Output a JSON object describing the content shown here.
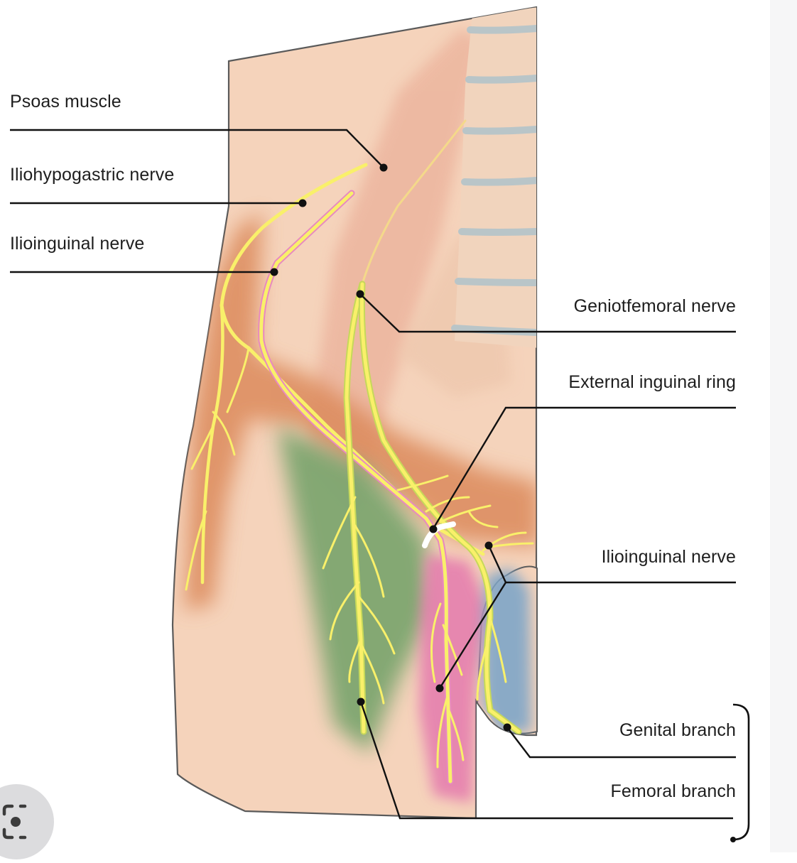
{
  "labels": {
    "psoas": "Psoas muscle",
    "iliohypogastric": "Iliohypogastric nerve",
    "ilioinguinal_top": "Ilioinguinal nerve",
    "genitofemoral": "Geniotfemoral nerve",
    "external_ring": "External inguinal ring",
    "ilioinguinal_bottom": "Ilioinguinal nerve",
    "genital_branch": "Genital branch",
    "femoral_branch": "Femoral branch"
  },
  "colors": {
    "skin": "#f5d3bb",
    "muscle": "#edb7a0",
    "iliohypogastric_region": "#dc8a5c",
    "genitofemoral_region": "#7ea66f",
    "ilioinguinal_region": "#e57fae",
    "genital_region": "#7fa6c8",
    "nerve": "#f9f06a",
    "vertebra_disc": "#b9c5c8",
    "leader": "#111111"
  },
  "icons": {
    "lens": "visual-search-lens-icon"
  }
}
